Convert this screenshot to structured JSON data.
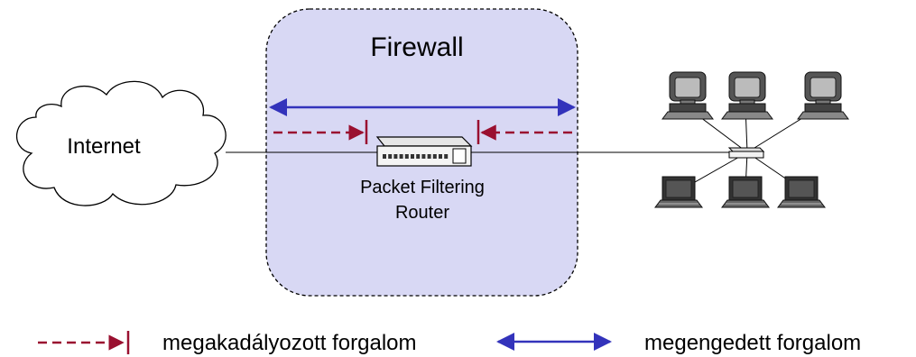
{
  "firewall": {
    "title": "Firewall"
  },
  "internet": {
    "label": "Internet"
  },
  "router": {
    "label_line1": "Packet Filtering",
    "label_line2": "Router"
  },
  "legend": {
    "blocked_label": "megakadályozott forgalom",
    "allowed_label": "megengedett forgalom"
  },
  "colors": {
    "firewall_fill": "#d8d8f4",
    "blocked": "#9a1030",
    "allowed": "#3333bb"
  }
}
